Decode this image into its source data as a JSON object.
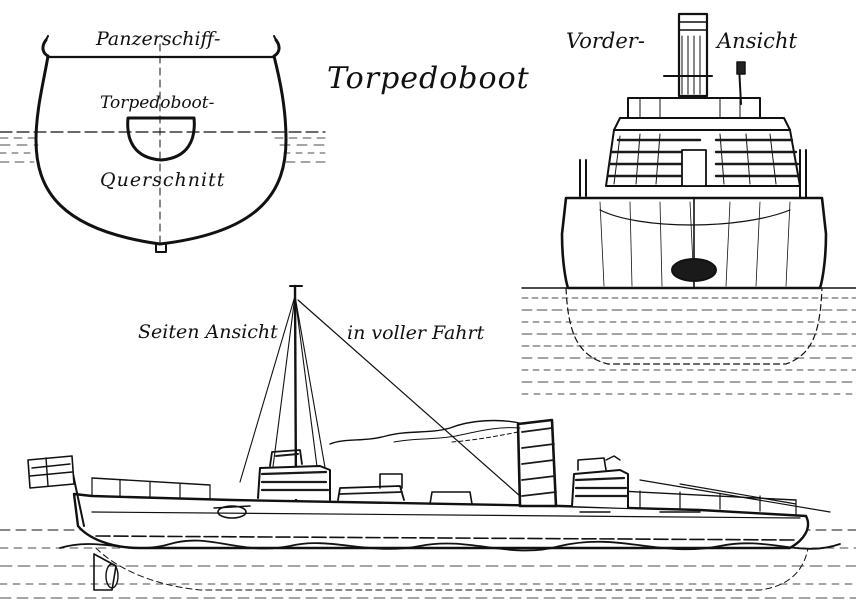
{
  "title": "Torpedoboot",
  "cross_section": {
    "top_label": "Panzerschiff-",
    "middle_label": "Torpedoboot-",
    "bottom_label": "Querschnitt"
  },
  "front_view": {
    "label_left": "Vorder-",
    "label_right": "Ansicht"
  },
  "side_view": {
    "label_left": "Seiten Ansicht",
    "label_right": "in voller Fahrt"
  }
}
